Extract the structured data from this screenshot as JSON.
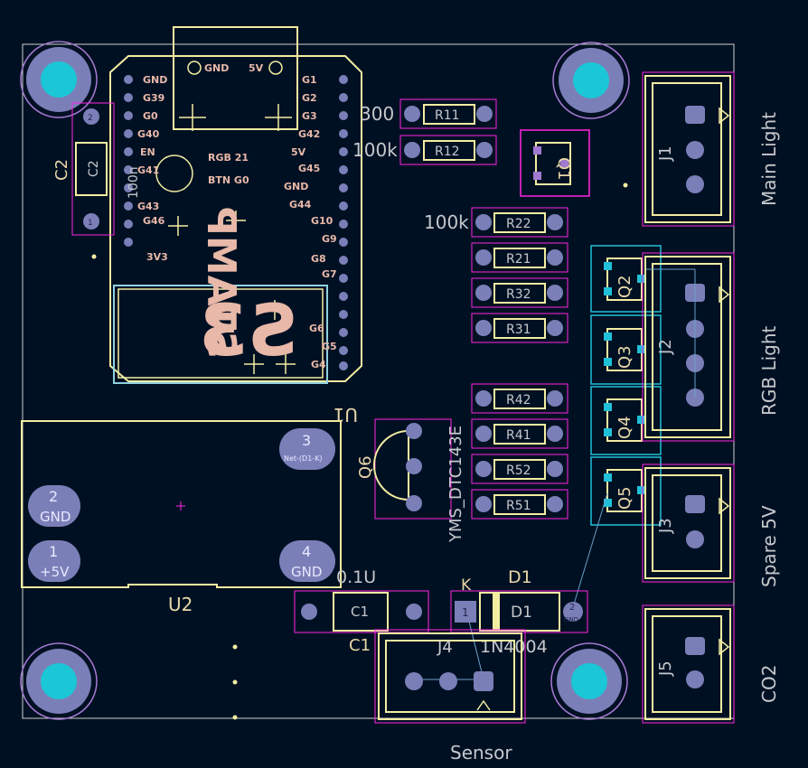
{
  "colors": {
    "background": "#001023",
    "edge_cuts": "#d0d2cd",
    "silkscreen": "#f2eda1",
    "fab_text": "#c2c2c2",
    "courtyard": "#ff26e2",
    "copper_pad": "#7b7fb8",
    "mounting_hole": "#1bc7d6",
    "module_outline": "#8fd0e0",
    "s3_logo": "#e8b8a8"
  },
  "module_u1": {
    "ref": "U1",
    "logo_big": "S3",
    "logo_small": "STAMP",
    "pin_labels": {
      "gnd_left": "GND",
      "g39": "G39",
      "g0": "G0",
      "g40": "G40",
      "en": "EN",
      "g41": "G41",
      "g43": "G43",
      "g46": "G46",
      "v3v3": "3V3",
      "gnd_top": "GND",
      "v5_top": "5V",
      "g1": "G1",
      "g2": "G2",
      "g3": "G3",
      "g42": "G42",
      "v5": "5V",
      "gnd_right": "GND",
      "g45": "G45",
      "g44": "G44",
      "g10": "G10",
      "g9": "G9",
      "g8": "G8",
      "g7": "G7",
      "g6": "G6",
      "g5": "G5",
      "g4": "G4",
      "rgb": "RGB 21",
      "btn": "BTN G0"
    }
  },
  "c2": {
    "ref": "C2",
    "value": "C2",
    "extra": "100n"
  },
  "resistors": {
    "r11": {
      "ref": "R11",
      "value": "300"
    },
    "r12": {
      "ref": "R12",
      "value": "100k"
    },
    "r22": {
      "ref": "R22",
      "value": "100k"
    },
    "r21": {
      "ref": "R21"
    },
    "r32": {
      "ref": "R32"
    },
    "r31": {
      "ref": "R31"
    },
    "r42": {
      "ref": "R42"
    },
    "r41": {
      "ref": "R41"
    },
    "r52": {
      "ref": "R52"
    },
    "r51": {
      "ref": "R51"
    }
  },
  "transistors": {
    "q1": "Q1",
    "q2": "Q2",
    "q3": "Q3",
    "q4": "Q4",
    "q5": "Q5",
    "q6": {
      "ref": "Q6",
      "value": "YMS_DTC143E"
    }
  },
  "connectors": {
    "j1": {
      "ref": "J1",
      "label": "Main Light"
    },
    "j2": {
      "ref": "J2",
      "label": "RGB Light"
    },
    "j3": {
      "ref": "J3",
      "label": "Spare 5V"
    },
    "j5": {
      "ref": "J5",
      "label": "CO2"
    },
    "j4": {
      "ref": "J4",
      "label": "Sensor"
    }
  },
  "u2": {
    "ref": "U2",
    "pads": [
      {
        "num": "1",
        "name": "+5V"
      },
      {
        "num": "2",
        "name": "GND"
      },
      {
        "num": "3",
        "name": "Net-(D1-K)"
      },
      {
        "num": "4",
        "name": "GND"
      }
    ]
  },
  "c1": {
    "ref": "C1",
    "value": "0.1U",
    "fab": "C1"
  },
  "d1": {
    "ref": "D1",
    "value": "1N4004",
    "fab": "D1",
    "k_label": "K",
    "pin2": "GND"
  },
  "pad_nums": {
    "p1": "1",
    "p2": "2",
    "p3": "3",
    "p4": "4"
  }
}
